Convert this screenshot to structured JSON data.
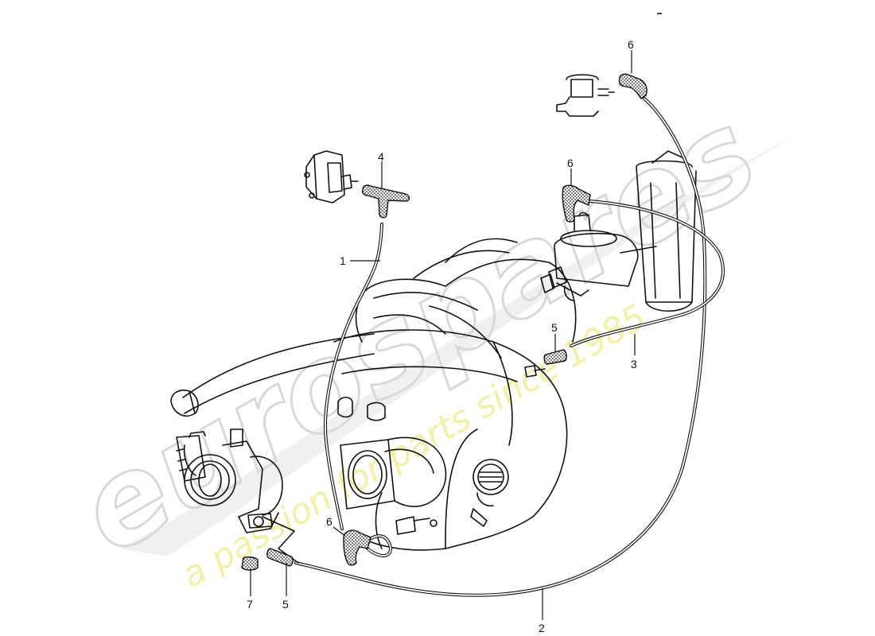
{
  "watermark": {
    "brand": "eurospares",
    "tagline": "a passion for parts since 1985",
    "brand_color": "#d8d8d8",
    "tagline_color": "#f3ef9a"
  },
  "callouts": {
    "n1": "1",
    "n2": "2",
    "n3": "3",
    "n4": "4",
    "n5a": "5",
    "n5b": "5",
    "n6a": "6",
    "n6b": "6",
    "n6c": "6",
    "n7": "7"
  },
  "line_color": "#111111"
}
